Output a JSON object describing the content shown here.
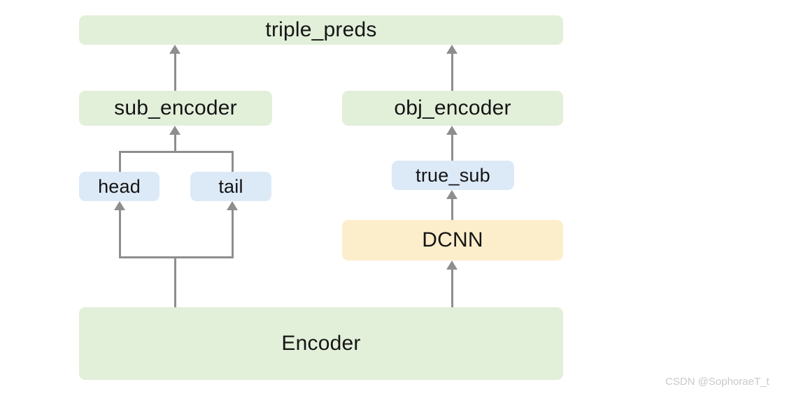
{
  "diagram": {
    "title": "Model architecture flow diagram",
    "colors": {
      "green": "#e2efd9",
      "blue": "#dce9f7",
      "yellow": "#fdeecb",
      "edge": "#8e8e8e",
      "background": "#ffffff",
      "text": "#151515",
      "watermark": "#c9c9c9"
    },
    "nodes": [
      {
        "id": "triple_preds",
        "label": "triple_preds",
        "color": "green",
        "column": "top"
      },
      {
        "id": "sub_encoder",
        "label": "sub_encoder",
        "color": "green",
        "column": "left"
      },
      {
        "id": "obj_encoder",
        "label": "obj_encoder",
        "color": "green",
        "column": "right"
      },
      {
        "id": "head",
        "label": "head",
        "color": "blue",
        "column": "left"
      },
      {
        "id": "tail",
        "label": "tail",
        "color": "blue",
        "column": "left"
      },
      {
        "id": "true_sub",
        "label": "true_sub",
        "color": "blue",
        "column": "right"
      },
      {
        "id": "dcnn",
        "label": "DCNN",
        "color": "yellow",
        "column": "right"
      },
      {
        "id": "encoder",
        "label": "Encoder",
        "color": "green",
        "column": "bottom"
      }
    ],
    "edges": [
      {
        "from": "sub_encoder",
        "to": "triple_preds",
        "arrow": true
      },
      {
        "from": "obj_encoder",
        "to": "triple_preds",
        "arrow": true
      },
      {
        "from": "head",
        "to": "sub_encoder",
        "arrow": true
      },
      {
        "from": "tail",
        "to": "sub_encoder",
        "arrow": true
      },
      {
        "from": "encoder",
        "to": "head",
        "arrow": true
      },
      {
        "from": "encoder",
        "to": "tail",
        "arrow": true
      },
      {
        "from": "encoder",
        "to": "dcnn",
        "arrow": true
      },
      {
        "from": "dcnn",
        "to": "true_sub",
        "arrow": true
      },
      {
        "from": "true_sub",
        "to": "obj_encoder",
        "arrow": true
      }
    ]
  },
  "watermark": {
    "text": "CSDN @SophoraeT_t"
  }
}
